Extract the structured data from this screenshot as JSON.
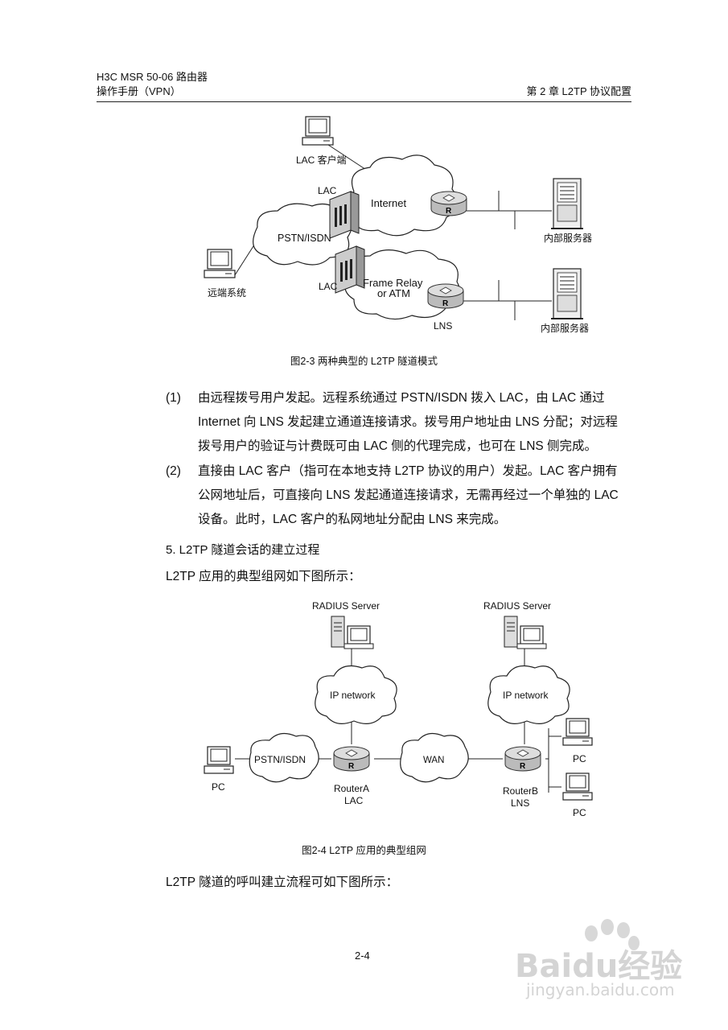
{
  "header": {
    "left_line1": "H3C MSR 50-06 路由器",
    "left_line2": "操作手册（VPN）",
    "right": "第 2 章 L2TP 协议配置"
  },
  "figure1": {
    "lac_client": "LAC 客户端",
    "lac_top": "LAC",
    "internet": "Internet",
    "pstn": "PSTN/ISDN",
    "remote": "远端系统",
    "lac_bottom": "LAC",
    "frame_relay_1": "Frame Relay",
    "frame_relay_2": "or ATM",
    "lns": "LNS",
    "server_top": "内部服务器",
    "server_bottom": "内部服务器",
    "router_glyph": "R",
    "caption": "图2-3 两种典型的 L2TP 隧道模式"
  },
  "list": [
    {
      "num": "(1)",
      "lines": [
        "由远程拨号用户发起。远程系统通过 PSTN/ISDN 拨入 LAC，由 LAC 通过",
        "Internet 向 LNS 发起建立通道连接请求。拨号用户地址由 LNS 分配；对远程",
        "拨号用户的验证与计费既可由 LAC 侧的代理完成，也可在 LNS 侧完成。"
      ]
    },
    {
      "num": "(2)",
      "lines": [
        "直接由 LAC 客户（指可在本地支持 L2TP 协议的用户）发起。LAC 客户拥有",
        "公网地址后，可直接向 LNS 发起通道连接请求，无需再经过一个单独的 LAC",
        "设备。此时，LAC 客户的私网地址分配由 LNS 来完成。"
      ]
    }
  ],
  "section_heading": "5. L2TP 隧道会话的建立过程",
  "intro": "L2TP 应用的典型组网如下图所示：",
  "figure2": {
    "radius_left": "RADIUS Server",
    "radius_right": "RADIUS Server",
    "ipnet_left": "IP network",
    "ipnet_right": "IP network",
    "pstn": "PSTN/ISDN",
    "wan": "WAN",
    "pc_left": "PC",
    "routerA_1": "RouterA",
    "routerA_2": "LAC",
    "routerB_1": "RouterB",
    "routerB_2": "LNS",
    "pc_right_top": "PC",
    "pc_right_bottom": "PC",
    "router_glyph": "R",
    "caption": "图2-4 L2TP 应用的典型组网"
  },
  "outro": "L2TP 隧道的呼叫建立流程可如下图所示：",
  "page_number": "2-4",
  "watermark": {
    "brand": "Baidu经验",
    "url": "jingyan.baidu.com"
  }
}
